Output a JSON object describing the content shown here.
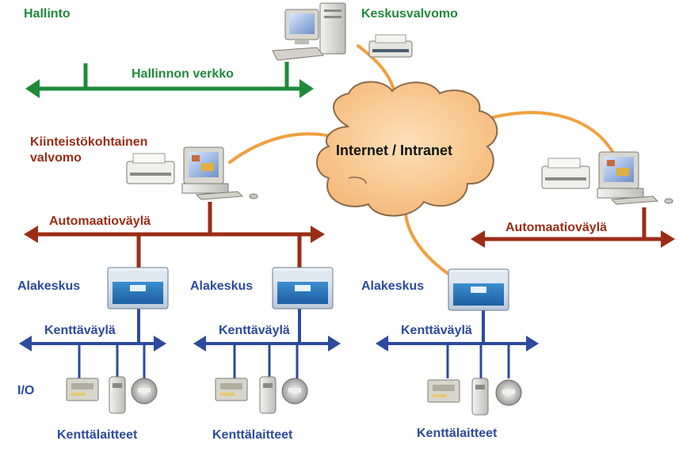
{
  "labels": {
    "hallinto": "Hallinto",
    "hallinnon_verkko": "Hallinnon verkko",
    "keskusvalvomo": "Keskusvalvomo",
    "kiinteisto_line1": "Kiinteistökohtainen",
    "kiinteisto_line2": "valvomo",
    "internet": "Internet / Intranet",
    "automaatio_left": "Automaatioväylä",
    "automaatio_right": "Automaatioväylä",
    "alakeskus_1": "Alakeskus",
    "alakeskus_2": "Alakeskus",
    "alakeskus_3": "Alakeskus",
    "kentta_1": "Kenttäväylä",
    "kentta_2": "Kenttäväylä",
    "kentta_3": "Kenttäväylä",
    "io": "I/O",
    "laitteet_1": "Kenttälaitteet",
    "laitteet_2": "Kenttälaitteet",
    "laitteet_3": "Kenttälaitteet"
  },
  "colors": {
    "admin_network": "#1f8a3a",
    "automation_bus": "#9b2d16",
    "field_bus": "#2c4a9e",
    "internet_link": "#f0a040",
    "cloud_fill": "#f8c58a",
    "cloud_stroke": "#7a5a3a"
  },
  "icons": [
    "workstation-icon",
    "printer-icon",
    "controller-icon",
    "field-device-icon",
    "cloud-icon"
  ]
}
